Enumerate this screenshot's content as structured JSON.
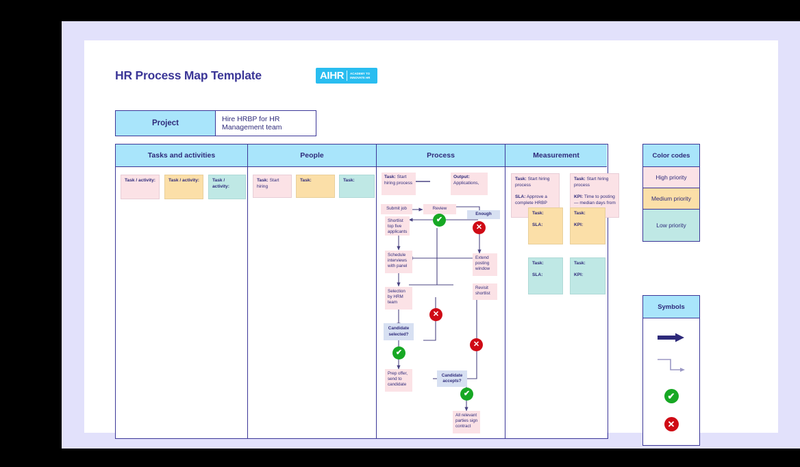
{
  "page": {
    "title": "HR Process Map Template",
    "logo": {
      "mark": "AIHR",
      "tagline_line1": "ACADEMY TO",
      "tagline_line2": "INNOVATE HR"
    }
  },
  "project": {
    "label": "Project",
    "value": "Hire HRBP for HR Management team"
  },
  "columns": [
    {
      "key": "tasks",
      "header": "Tasks and activities"
    },
    {
      "key": "people",
      "header": "People"
    },
    {
      "key": "process",
      "header": "Process"
    },
    {
      "key": "measurement",
      "header": "Measurement"
    }
  ],
  "tasks_column": {
    "cards": [
      {
        "label": "Task / activity:",
        "color": "pink"
      },
      {
        "label": "Task / activity:",
        "color": "amber"
      },
      {
        "label": "Task / activity:",
        "color": "teal"
      }
    ]
  },
  "people_column": {
    "cards": [
      {
        "label": "Task:",
        "value": "Start hiring",
        "color": "pink"
      },
      {
        "label": "Task:",
        "value": "",
        "color": "amber"
      },
      {
        "label": "Task:",
        "value": "",
        "color": "teal"
      }
    ]
  },
  "process_column": {
    "header_cards": [
      {
        "label": "Task:",
        "value": "Start hiring process"
      },
      {
        "label": "Output:",
        "value": "Applications,"
      }
    ],
    "nodes": [
      {
        "id": "submit",
        "text": "Submit job",
        "type": "task"
      },
      {
        "id": "review",
        "text": "Review",
        "type": "task"
      },
      {
        "id": "enough",
        "text": "Enough",
        "type": "decision"
      },
      {
        "id": "shortlist",
        "text": "Shortlist top five applicants",
        "type": "task"
      },
      {
        "id": "schedule",
        "text": "Schedule interviews with panel",
        "type": "task"
      },
      {
        "id": "extend",
        "text": "Extend posting window",
        "type": "task"
      },
      {
        "id": "selection",
        "text": "Selection by HRM team",
        "type": "task"
      },
      {
        "id": "revisit",
        "text": "Revisit shortlist",
        "type": "task"
      },
      {
        "id": "candsel",
        "text": "Candidate selected?",
        "type": "decision"
      },
      {
        "id": "prep",
        "text": "Prep offer, send to candidate",
        "type": "task"
      },
      {
        "id": "candacc",
        "text": "Candidate accepts?",
        "type": "decision"
      },
      {
        "id": "sign",
        "text": "All relevant parties sign contract",
        "type": "task"
      }
    ],
    "badges": [
      {
        "id": "b1",
        "kind": "yes"
      },
      {
        "id": "b2",
        "kind": "no"
      },
      {
        "id": "b3",
        "kind": "no"
      },
      {
        "id": "b4",
        "kind": "no"
      },
      {
        "id": "b5",
        "kind": "yes"
      },
      {
        "id": "b6",
        "kind": "no"
      },
      {
        "id": "b7",
        "kind": "yes"
      }
    ],
    "badge_glyphs": {
      "yes": "✔",
      "no": "✕"
    }
  },
  "measurement_column": {
    "sla_cards": [
      {
        "task_label": "Task:",
        "task_value": "Start hiring process",
        "metric_label": "SLA:",
        "metric_value": "Approve a complete HRBP",
        "color": "pink"
      },
      {
        "task_label": "Task:",
        "task_value": "",
        "metric_label": "SLA:",
        "metric_value": "",
        "color": "amber"
      },
      {
        "task_label": "Task:",
        "task_value": "",
        "metric_label": "SLA:",
        "metric_value": "",
        "color": "teal"
      }
    ],
    "kpi_cards": [
      {
        "task_label": "Task:",
        "task_value": "Start hiring process",
        "metric_label": "KPI:",
        "metric_value": "Time to posting — median days from",
        "color": "pink"
      },
      {
        "task_label": "Task:",
        "task_value": "",
        "metric_label": "KPI:",
        "metric_value": "",
        "color": "amber"
      },
      {
        "task_label": "Task:",
        "task_value": "",
        "metric_label": "KPI:",
        "metric_value": "",
        "color": "teal"
      }
    ]
  },
  "color_codes": {
    "header": "Color codes",
    "items": [
      {
        "label": "High priority",
        "color": "#fbe2e6"
      },
      {
        "label": "Medium priority",
        "color": "#fbdfa8"
      },
      {
        "label": "Low priority",
        "color": "#bfe8e5"
      }
    ]
  },
  "symbols": {
    "header": "Symbols",
    "items": [
      {
        "name": "solid-arrow-icon",
        "meaning": "flow direction"
      },
      {
        "name": "elbow-arrow-icon",
        "meaning": "branch connector"
      },
      {
        "name": "check-circle-icon",
        "meaning": "yes"
      },
      {
        "name": "cross-circle-icon",
        "meaning": "no"
      }
    ]
  },
  "theme": {
    "border": "#3b3697",
    "header_fill": "#a9e5fb",
    "text": "#2e2a7a",
    "pink": "#fbe2e6",
    "amber": "#fbdfa8",
    "teal": "#bfe8e5",
    "decision": "#d7e0f2",
    "yes": "#17a824",
    "no": "#cf0a15",
    "page_bg": "#e2e1fb",
    "logo_bg": "#29bdf0"
  }
}
